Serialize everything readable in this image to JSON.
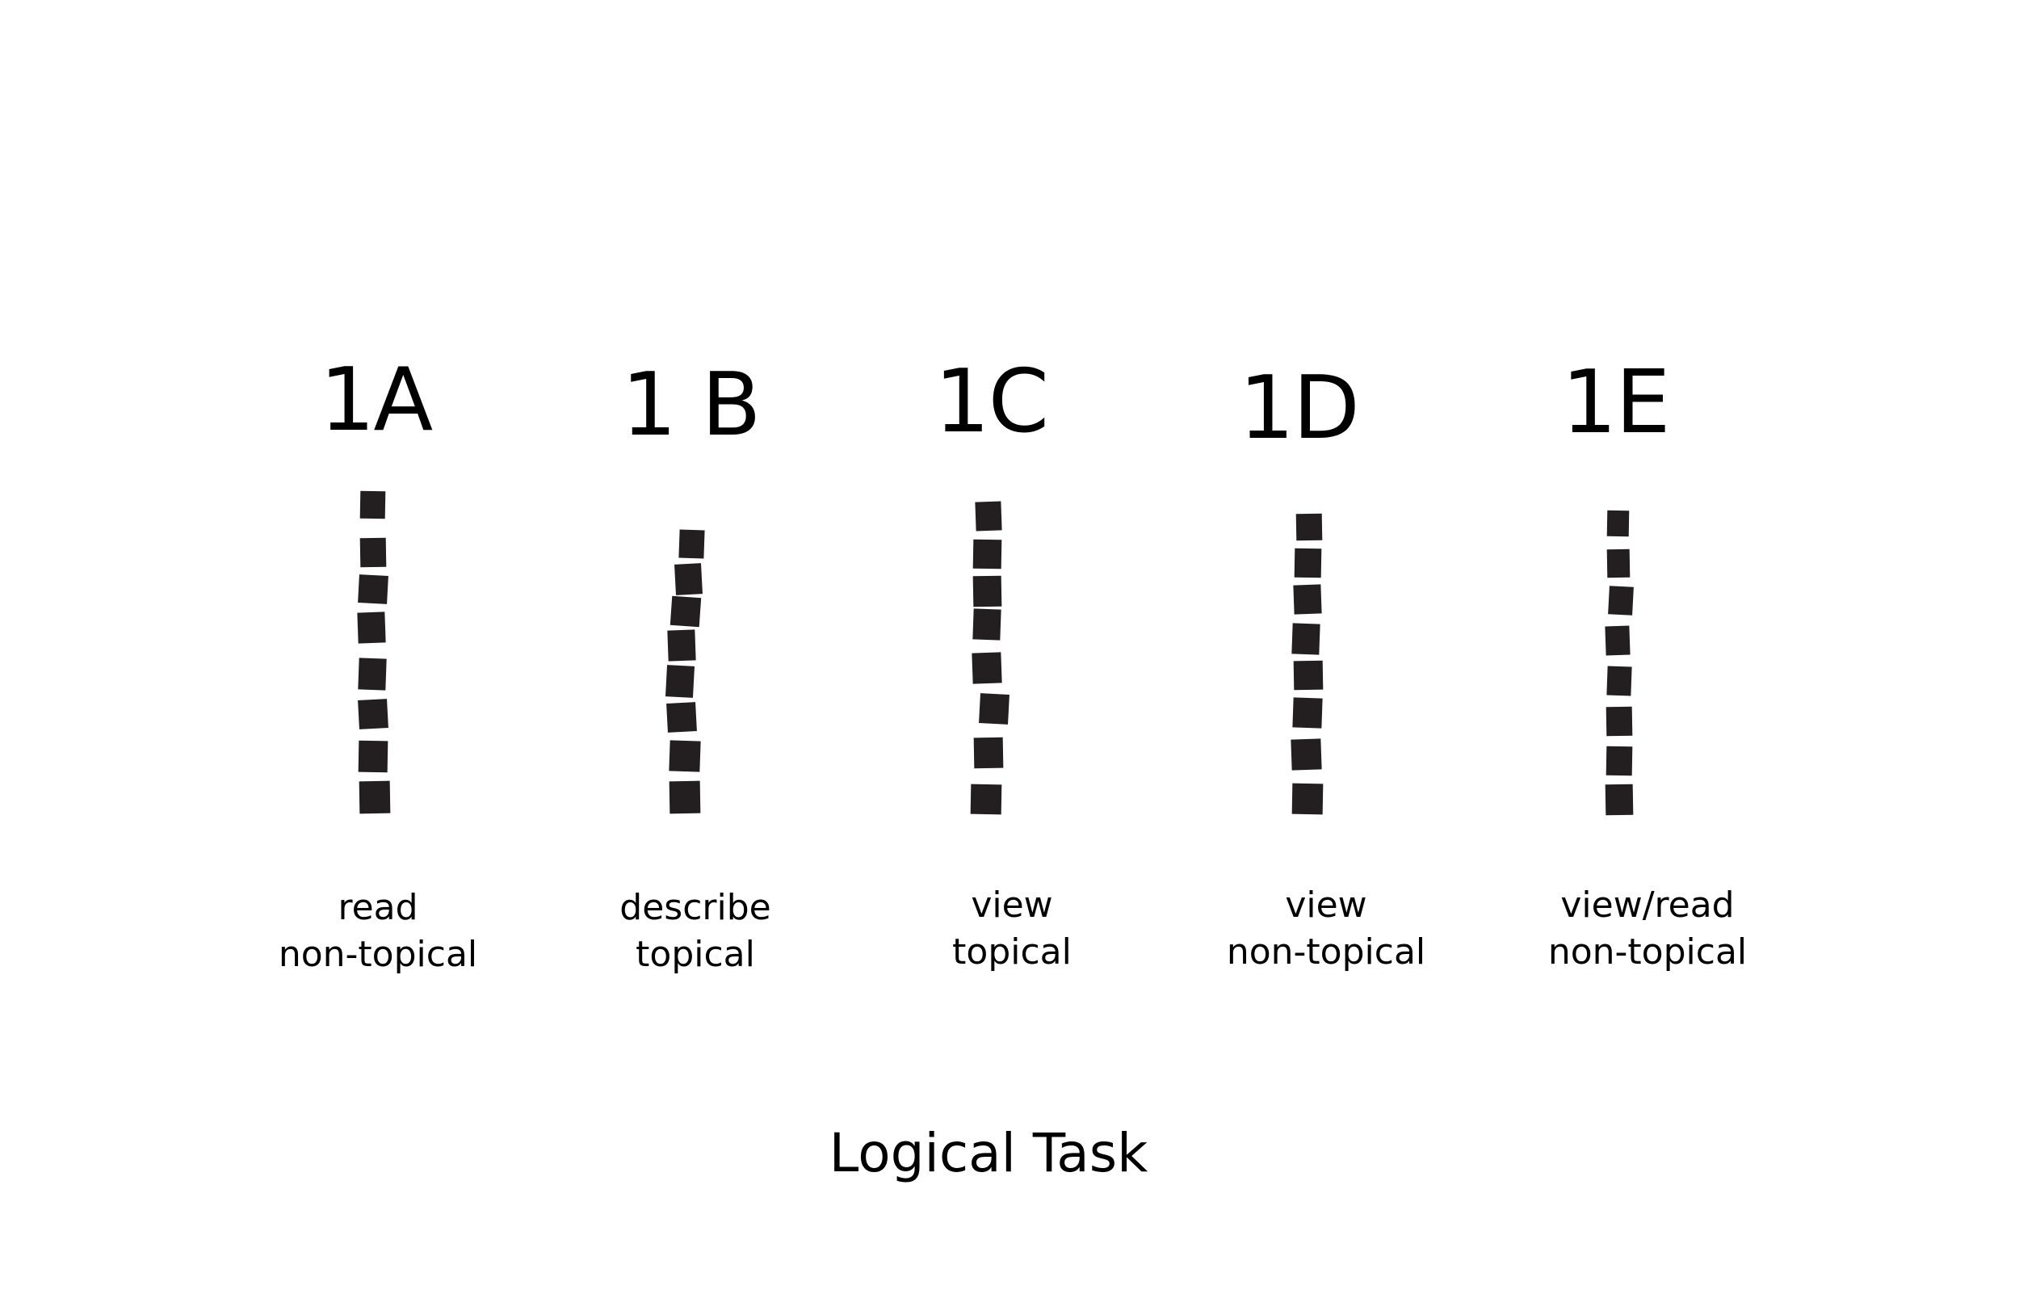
{
  "footer_title": "Logical Task",
  "colors": {
    "background": "#ffffff",
    "block": "#231f20",
    "text": "#000000"
  },
  "columns": [
    {
      "title": "1A",
      "label_line1": "read",
      "label_line2": "non-topical"
    },
    {
      "title": "1 B",
      "label_line1": "describe",
      "label_line2": "topical"
    },
    {
      "title": "1C",
      "label_line1": "view",
      "label_line2": "topical"
    },
    {
      "title": "1D",
      "label_line1": "view",
      "label_line2": "non-topical"
    },
    {
      "title": "1E",
      "label_line1": "view/read",
      "label_line2": "non-topical"
    }
  ]
}
